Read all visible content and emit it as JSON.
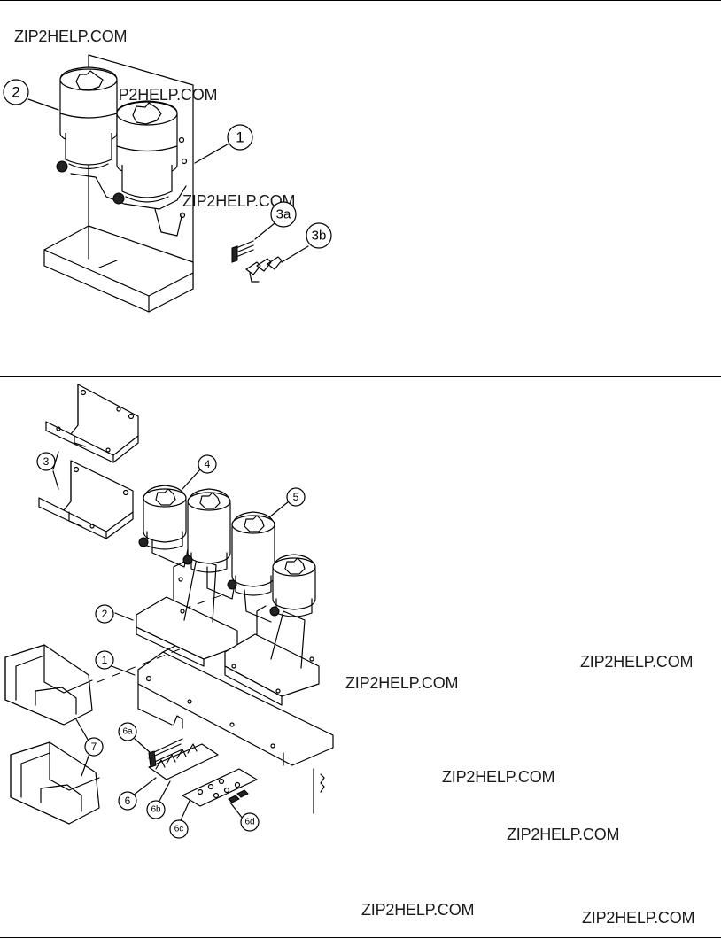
{
  "watermarks": [
    "ZIP2HELP.COM",
    "ZIP2HELP.COM",
    "ZIP2HELP.COM",
    "ZIP2HELP.COM",
    "ZIP2HELP.COM",
    "ZIP2HELP.COM",
    "ZIP2HELP.COM",
    "ZIP2HELP.COM",
    "ZIP2HELP.COM"
  ],
  "figure_top": {
    "callouts": [
      "1",
      "2",
      "3a",
      "3b"
    ]
  },
  "figure_bottom": {
    "callouts": [
      "1",
      "2",
      "3",
      "4",
      "5",
      "6",
      "6a",
      "6b",
      "6c",
      "6d",
      "7"
    ]
  }
}
